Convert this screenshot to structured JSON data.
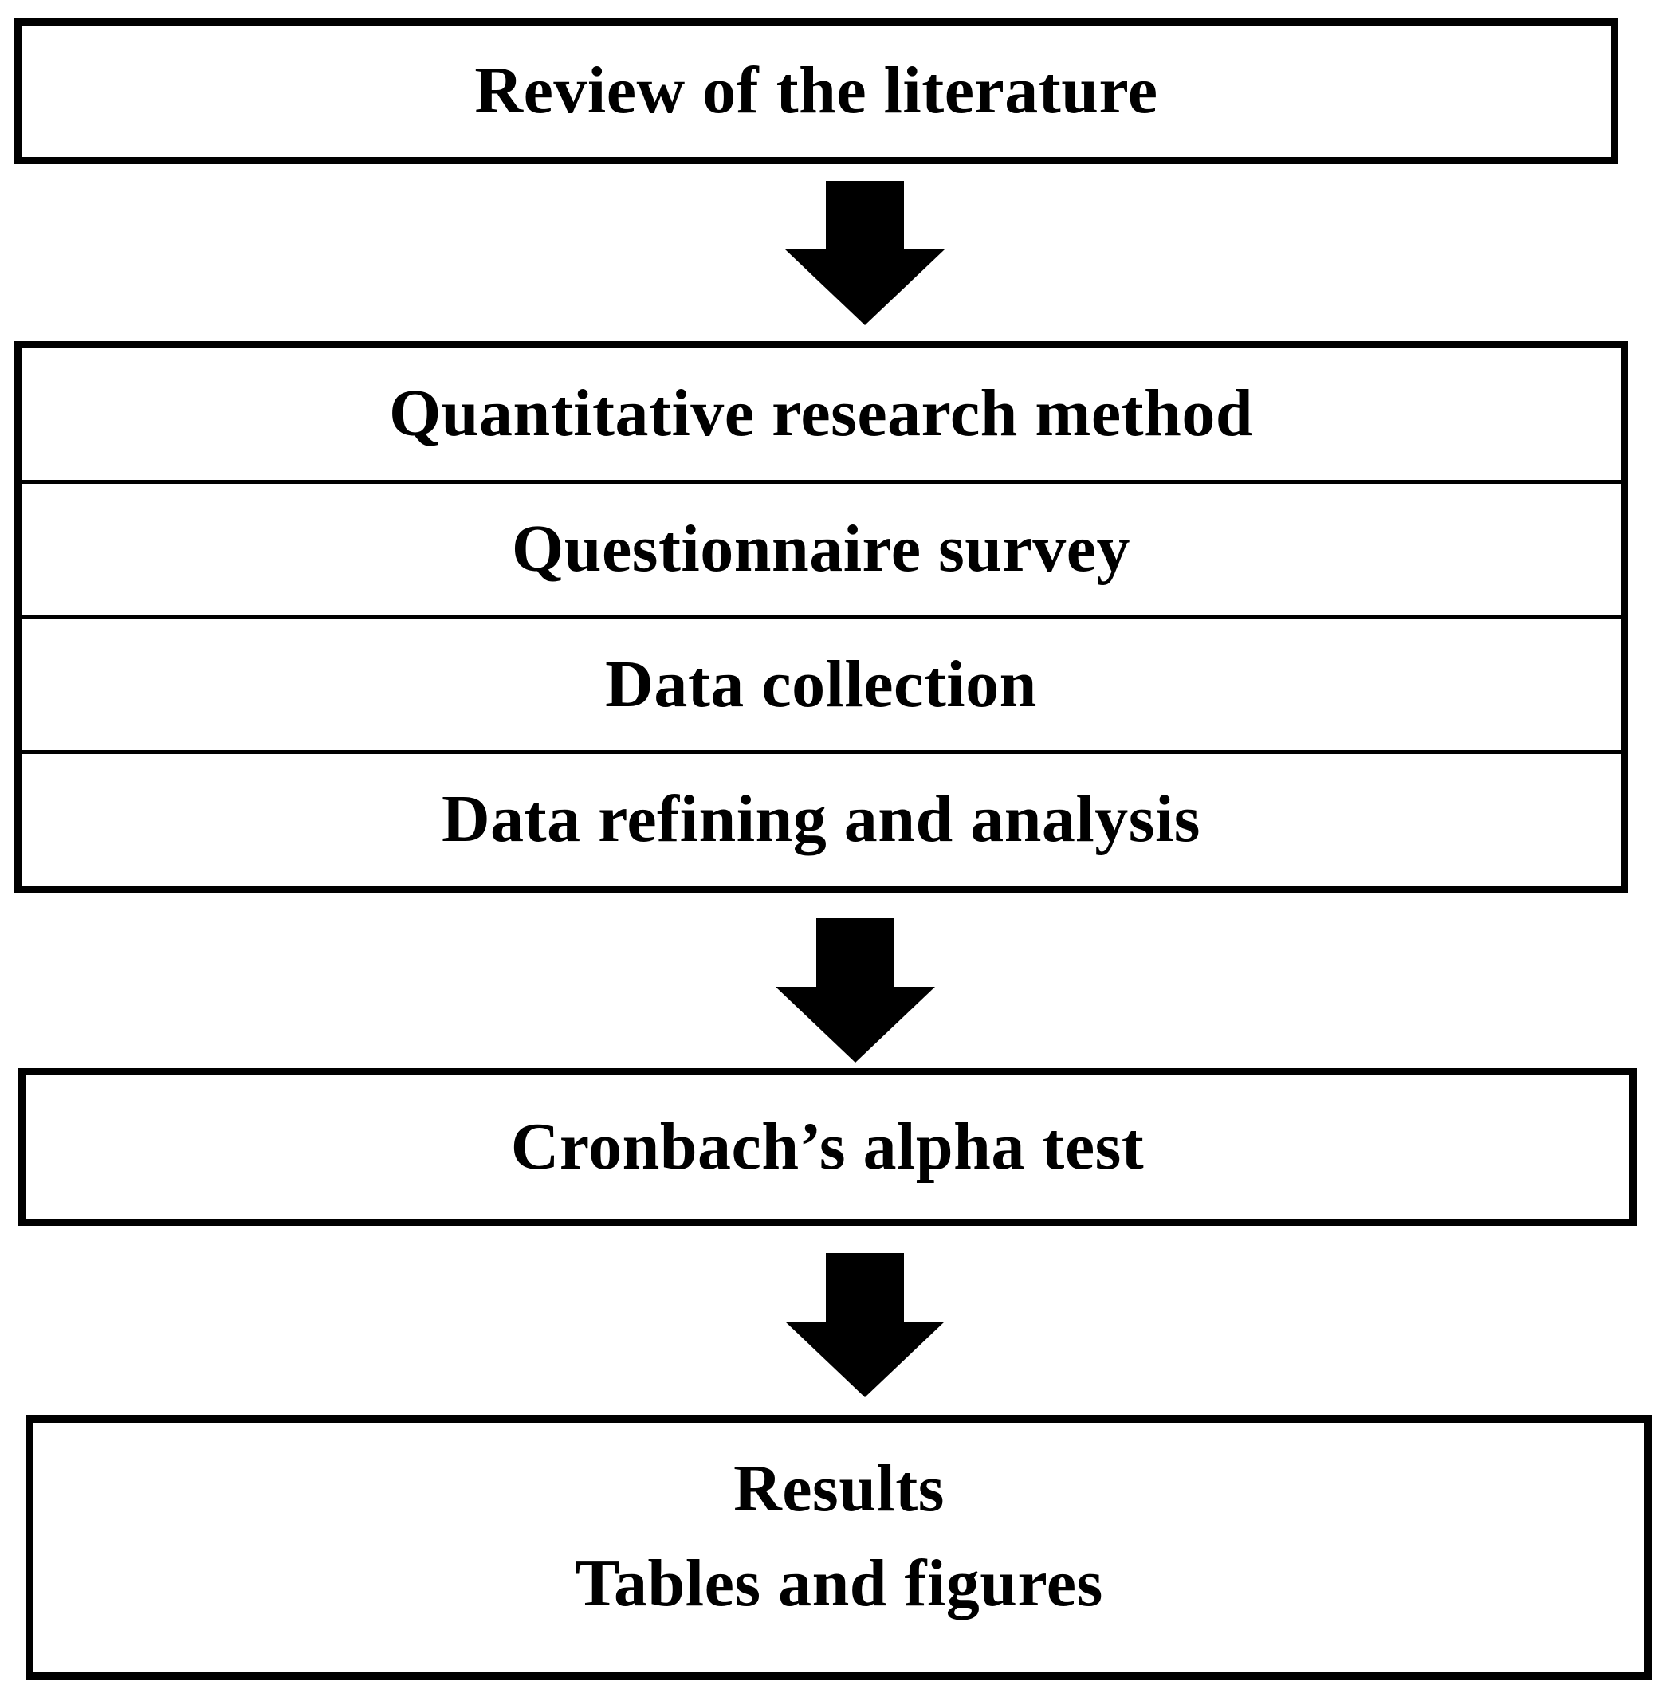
{
  "flowchart": {
    "description": "Research methodology flow diagram",
    "nodes": {
      "review": "Review of the literature",
      "group": [
        "Quantitative research method",
        "Questionnaire survey",
        "Data collection",
        "Data refining and analysis"
      ],
      "cronbach": "Cronbach’s alpha test",
      "results_line1": "Results",
      "results_line2": "Tables and figures"
    },
    "icons": {
      "flow_arrow": "arrow-down-icon"
    },
    "colors": {
      "background": "#ffffff",
      "border": "#000000",
      "text": "#000000",
      "arrow_fill": "#000000"
    }
  }
}
